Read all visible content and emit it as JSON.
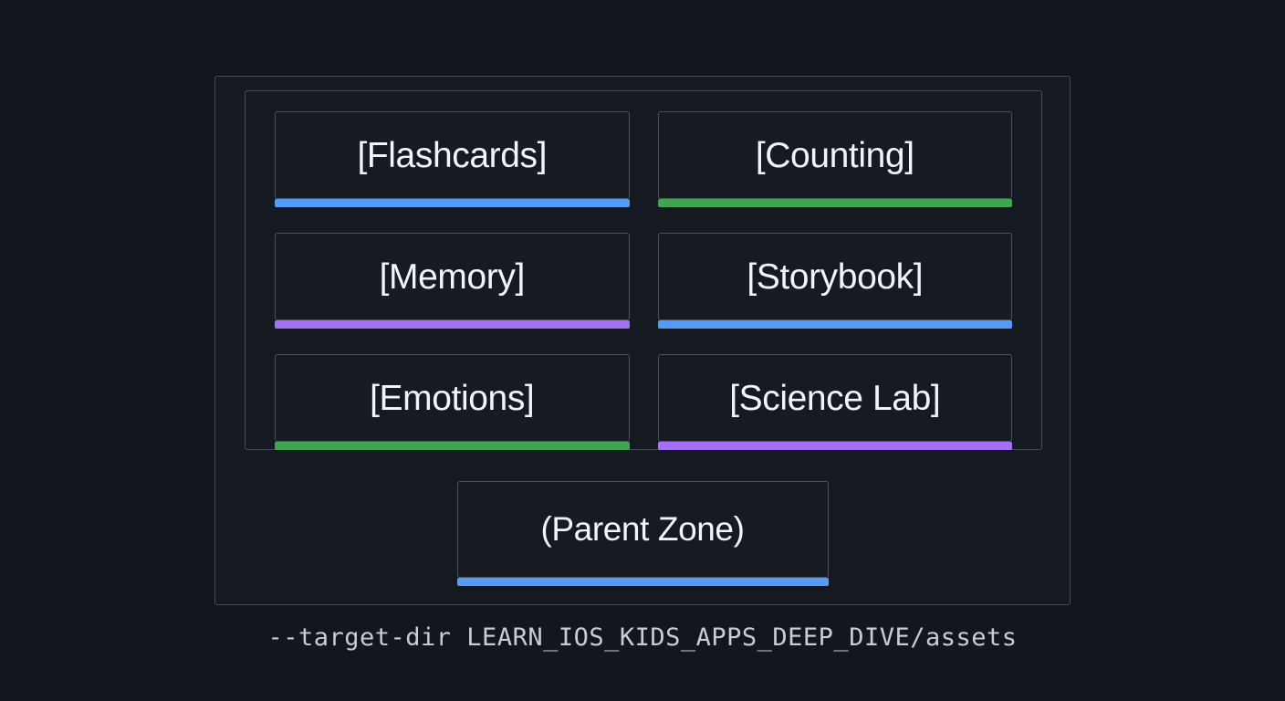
{
  "canvas": {
    "background_color": "#12161E",
    "frame_border_color": "#454C5A",
    "card_border_color": "#4B5260",
    "card_fill_color": "#151A23",
    "text_color": "#F2F4F8",
    "caption_color": "#C7CCD6"
  },
  "accent_colors": {
    "blue": "#539BF5",
    "green": "#3FA550",
    "purple": "#A371F7"
  },
  "activity_grid": {
    "rows": [
      [
        {
          "label": "[Flashcards]",
          "accent": "#539BF5",
          "accent_name": "blue"
        },
        {
          "label": "[Counting]",
          "accent": "#3FA550",
          "accent_name": "green"
        }
      ],
      [
        {
          "label": "[Memory]",
          "accent": "#A371F7",
          "accent_name": "purple"
        },
        {
          "label": "[Storybook]",
          "accent": "#539BF5",
          "accent_name": "blue"
        }
      ],
      [
        {
          "label": "[Emotions]",
          "accent": "#3FA550",
          "accent_name": "green"
        },
        {
          "label": "[Science Lab]",
          "accent": "#A371F7",
          "accent_name": "purple"
        }
      ]
    ]
  },
  "parent_zone": {
    "label": "(Parent Zone)",
    "accent": "#539BF5",
    "accent_name": "blue"
  },
  "caption": {
    "text": "--target-dir LEARN_IOS_KIDS_APPS_DEEP_DIVE/assets"
  }
}
